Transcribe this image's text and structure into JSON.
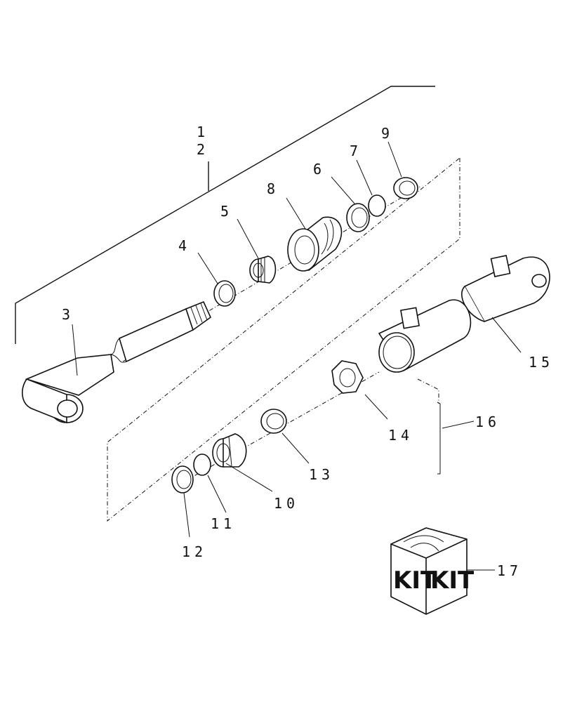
{
  "callouts": {
    "c1": "1",
    "c2": "2",
    "c3": "3",
    "c4": "4",
    "c5": "5",
    "c6": "6",
    "c7": "7",
    "c8": "8",
    "c9": "9",
    "c10": "10",
    "c11": "11",
    "c12": "12",
    "c13": "13",
    "c14": "14",
    "c15": "15",
    "c16": "16",
    "c17": "17"
  },
  "kit_box": {
    "label_left": "KIT",
    "label_right": "KIT"
  }
}
